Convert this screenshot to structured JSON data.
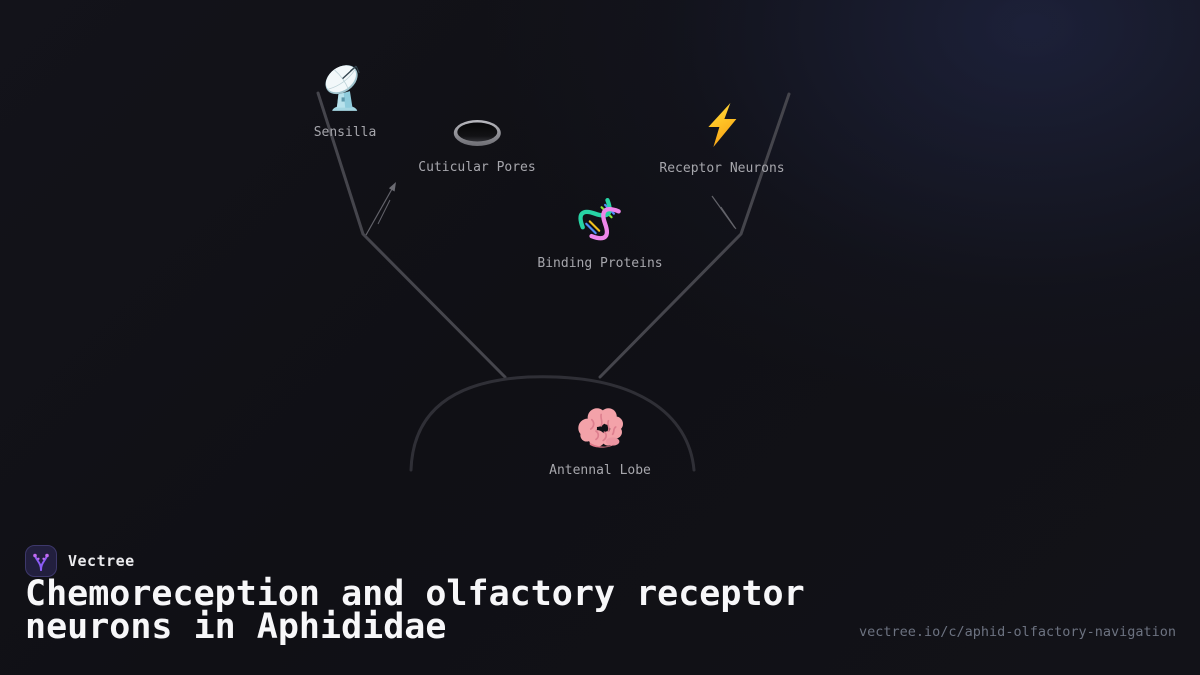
{
  "brand": {
    "name": "Vectree",
    "logo_icon": "vectree-logo",
    "accent_color": "#8b5cf6"
  },
  "title": "Chemoreception and olfactory receptor neurons in Aphididae",
  "url": "vectree.io/c/aphid-olfactory-navigation",
  "diagram": {
    "nodes": [
      {
        "label": "Sensilla",
        "icon": "satellite-dish-icon"
      },
      {
        "label": "Cuticular Pores",
        "icon": "hole-icon"
      },
      {
        "label": "Receptor Neurons",
        "icon": "lightning-bolt-icon"
      },
      {
        "label": "Binding Proteins",
        "icon": "dna-helix-icon"
      },
      {
        "label": "Antennal Lobe",
        "icon": "brain-icon"
      }
    ],
    "colors": {
      "antenna_line": "#45454c",
      "head_outline": "#2f2f36",
      "annotation_arrow": "#63636a",
      "label_text": "#a6a6ac"
    }
  }
}
